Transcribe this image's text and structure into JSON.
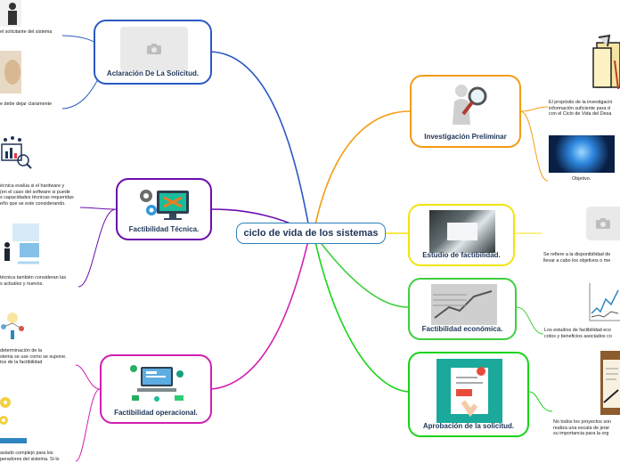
{
  "center": {
    "title": "ciclo de vida de los sistemas"
  },
  "colors": {
    "blue": "#2b59c3",
    "purple": "#6a0dad",
    "magenta": "#d11fb0",
    "orange": "#f39c12",
    "yellow": "#f1e40f",
    "green": "#3ecf3e",
    "bright_green": "#17d417",
    "center_border": "#2c7fb8"
  },
  "left_branches": [
    {
      "label": "Aclaración De La Solicitud."
    },
    {
      "label": "Factibilidad Técnica."
    },
    {
      "label": "Factibilidad operacional."
    }
  ],
  "right_branches": [
    {
      "label": "Investigación Preliminar"
    },
    {
      "label": "Estudio de factibilidad."
    },
    {
      "label": "Factibilidad económica."
    },
    {
      "label": "Aprobación de la solicitud."
    }
  ],
  "left_leaves": {
    "l1": "el solicitante del sistema",
    "l2": "e debe dejar claramente",
    "l3": [
      "écnica evalúa si el hardware y",
      "(en el caso del software si puede",
      "s capacidades técnicas requeridas",
      "eño que se este considerando."
    ],
    "l4": [
      "técnica también consideran las",
      "s actuales y nuevos."
    ],
    "l5": [
      "determinación de la",
      "stema se use como se supone.",
      "tos de la factibilidad"
    ],
    "l6": [
      "asiado complejo para los",
      "peradores del sistema. Si lo"
    ]
  },
  "right_leaves": {
    "r1": [
      "El propósito de la investigació",
      "información suficiente para d",
      "con el Ciclo de Vida del Desa"
    ],
    "r2": "Objetivo.",
    "r3": [
      "Se refiere a la disponibilidad de",
      "llevar a cabo los objetivos o me"
    ],
    "r4": [
      "Los estudios de factibilidad eco",
      "cotos y beneficios asociados co"
    ],
    "r5": [
      "No todos los proyectos son",
      "realiza una escala de jerar",
      "su importancia para la org"
    ]
  }
}
